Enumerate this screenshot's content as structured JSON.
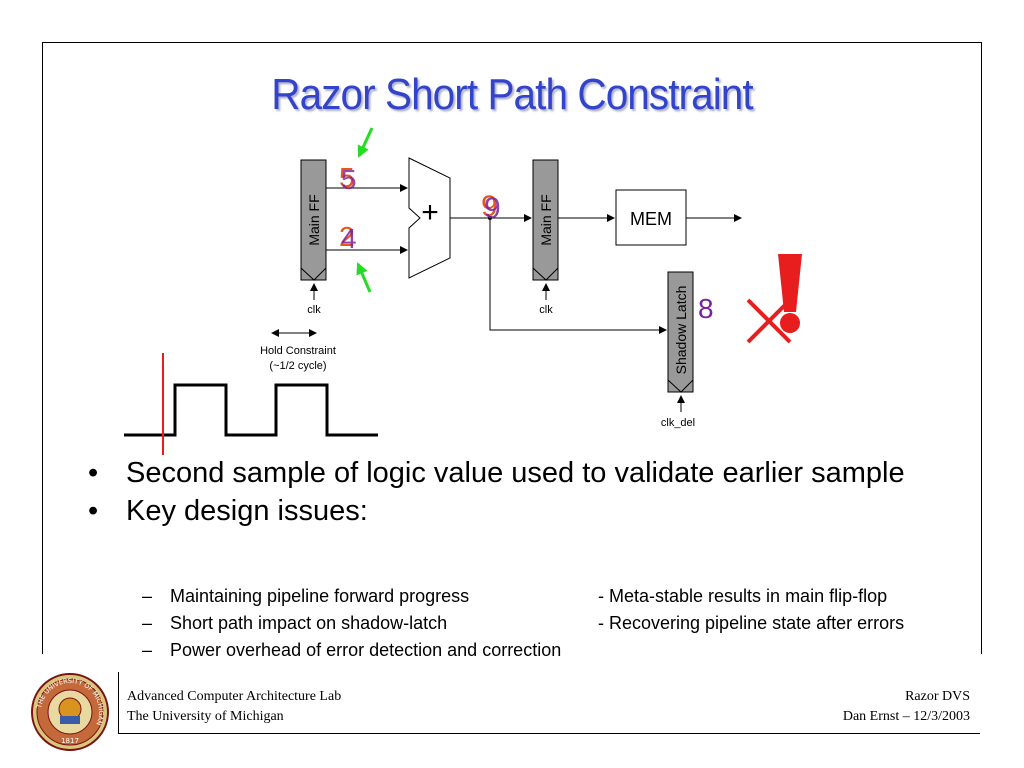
{
  "title": "Razor Short Path Constraint",
  "diagram": {
    "main_ff_1": "Main FF",
    "main_ff_2": "Main FF",
    "shadow_latch": "Shadow Latch",
    "mem": "MEM",
    "adder_symbol": "+",
    "clk_1": "clk",
    "clk_2": "clk",
    "clk_del": "clk_del",
    "top_input_old": "5",
    "top_input_new": "5",
    "bottom_input_old": "2",
    "bottom_input_new": "4",
    "sum_old": "9",
    "sum_new": "9",
    "shadow_value": "8",
    "hold_constraint": "Hold Constraint",
    "hold_cycle": "(~1/2 cycle)",
    "error_mark": "!",
    "colors": {
      "title": "#3344cc",
      "orange_value": "#e8561a",
      "purple_value": "#7a1f9e",
      "arrow_green": "#22dd22",
      "error_red": "#e81e1e",
      "box_gray": "#999999"
    }
  },
  "bullets": [
    {
      "text": "Second sample of logic value used to validate earlier sample"
    },
    {
      "text": "Key design issues:"
    }
  ],
  "sub_items": {
    "left": [
      "Maintaining pipeline forward progress",
      "Short path impact on shadow-latch",
      "Power overhead of error detection and correction"
    ],
    "right": [
      "- Meta-stable results in main flip-flop",
      "- Recovering pipeline state after errors"
    ],
    "dash": "–",
    "bullet_dot": "•"
  },
  "footer": {
    "lab": "Advanced Computer Architecture Lab",
    "university": "The University of Michigan",
    "project": "Razor DVS",
    "author_date": "Dan Ernst – 12/3/2003",
    "seal_text": "THE UNIVERSITY OF MICHIGAN",
    "seal_year": "1817"
  }
}
